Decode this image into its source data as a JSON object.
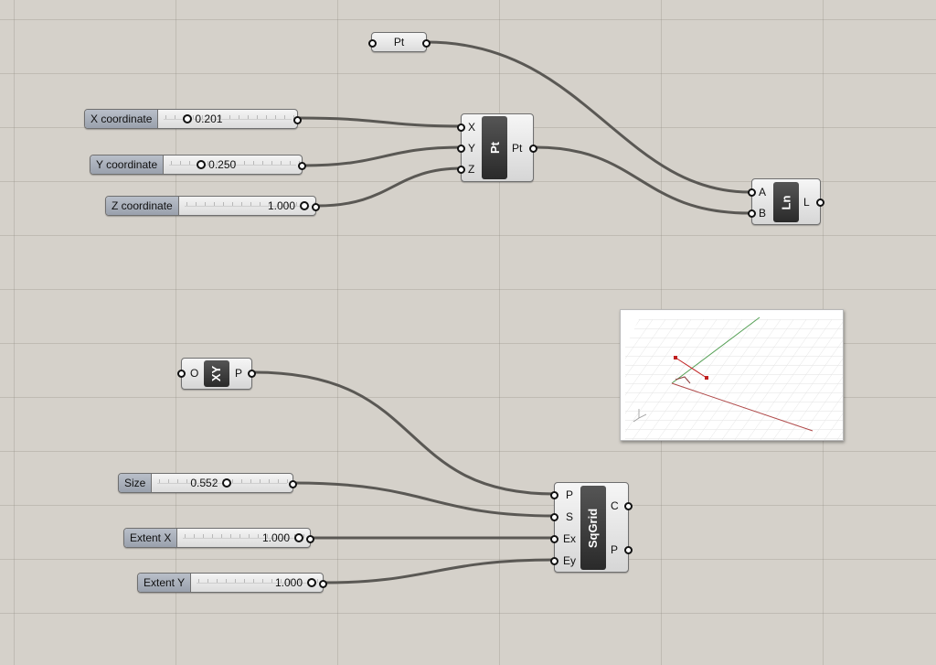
{
  "canvas": {
    "background": "#d5d1ca",
    "wire_color": "#5a5854"
  },
  "pt_param": {
    "label": "Pt"
  },
  "sliders": {
    "x": {
      "label": "X coordinate",
      "value": "0.201"
    },
    "y": {
      "label": "Y coordinate",
      "value": "0.250"
    },
    "z": {
      "label": "Z coordinate",
      "value": "1.000"
    },
    "size": {
      "label": "Size",
      "value": "0.552"
    },
    "extent_x": {
      "label": "Extent X",
      "value": "1.000"
    },
    "extent_y": {
      "label": "Extent Y",
      "value": "1.000"
    }
  },
  "pt_component": {
    "name": "Pt",
    "inputs": [
      "X",
      "Y",
      "Z"
    ],
    "outputs": [
      "Pt"
    ]
  },
  "line_component": {
    "name": "Ln",
    "inputs": [
      "A",
      "B"
    ],
    "outputs": [
      "L"
    ]
  },
  "xy_component": {
    "name": "XY",
    "inputs": [
      "O"
    ],
    "outputs": [
      "P"
    ]
  },
  "sqgrid_component": {
    "name": "SqGrid",
    "inputs": [
      "P",
      "S",
      "Ex",
      "Ey"
    ],
    "outputs": [
      "C",
      "P"
    ]
  },
  "preview": {
    "axis_x_color": "#b04a4a",
    "axis_y_color": "#55a055",
    "point_color": "#c02020"
  }
}
